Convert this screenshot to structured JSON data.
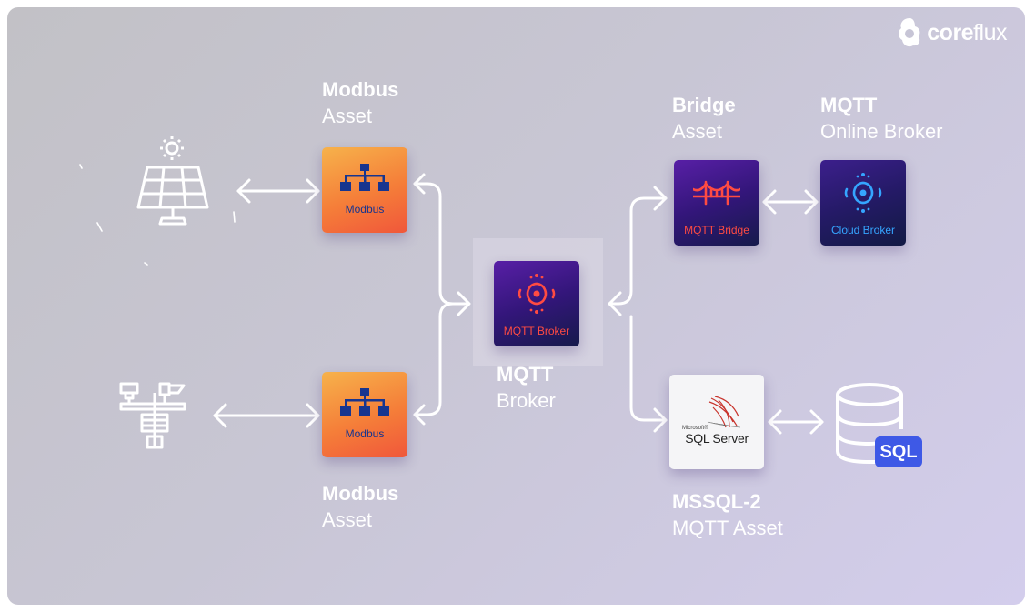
{
  "logo": {
    "text_bold": "core",
    "text_light": "flux"
  },
  "nodes": {
    "modbus_top": {
      "title": "Modbus",
      "subtitle": "Asset",
      "tile_label": "Modbus"
    },
    "modbus_bottom": {
      "title": "Modbus",
      "subtitle": "Asset",
      "tile_label": "Modbus"
    },
    "mqtt_broker": {
      "title": "MQTT",
      "subtitle": "Broker",
      "tile_label": "MQTT Broker"
    },
    "bridge": {
      "title": "Bridge",
      "subtitle": "Asset",
      "tile_label": "MQTT Bridge"
    },
    "online_broker": {
      "title": "MQTT",
      "subtitle": "Online Broker",
      "tile_label": "Cloud Broker"
    },
    "mssql": {
      "title": "MSSQL-2",
      "subtitle": "MQTT Asset",
      "tile_brand_small": "Microsoft®",
      "tile_label": "SQL Server"
    },
    "database": {
      "badge": "SQL"
    }
  },
  "icons": {
    "solar": "solar-panel-icon",
    "sensor": "weather-station-icon",
    "modbus": "network-hierarchy-icon",
    "broker": "broker-signal-icon",
    "bridge": "bridge-icon",
    "cloud": "cloud-broker-icon",
    "database": "database-icon"
  },
  "colors": {
    "modbus_tile": "#f57e39",
    "modbus_text": "#17358f",
    "broker_tile": "#33167a",
    "broker_accent": "#ff4b42",
    "cloud_accent": "#35a5ff",
    "sql_badge": "#3e59e6"
  }
}
